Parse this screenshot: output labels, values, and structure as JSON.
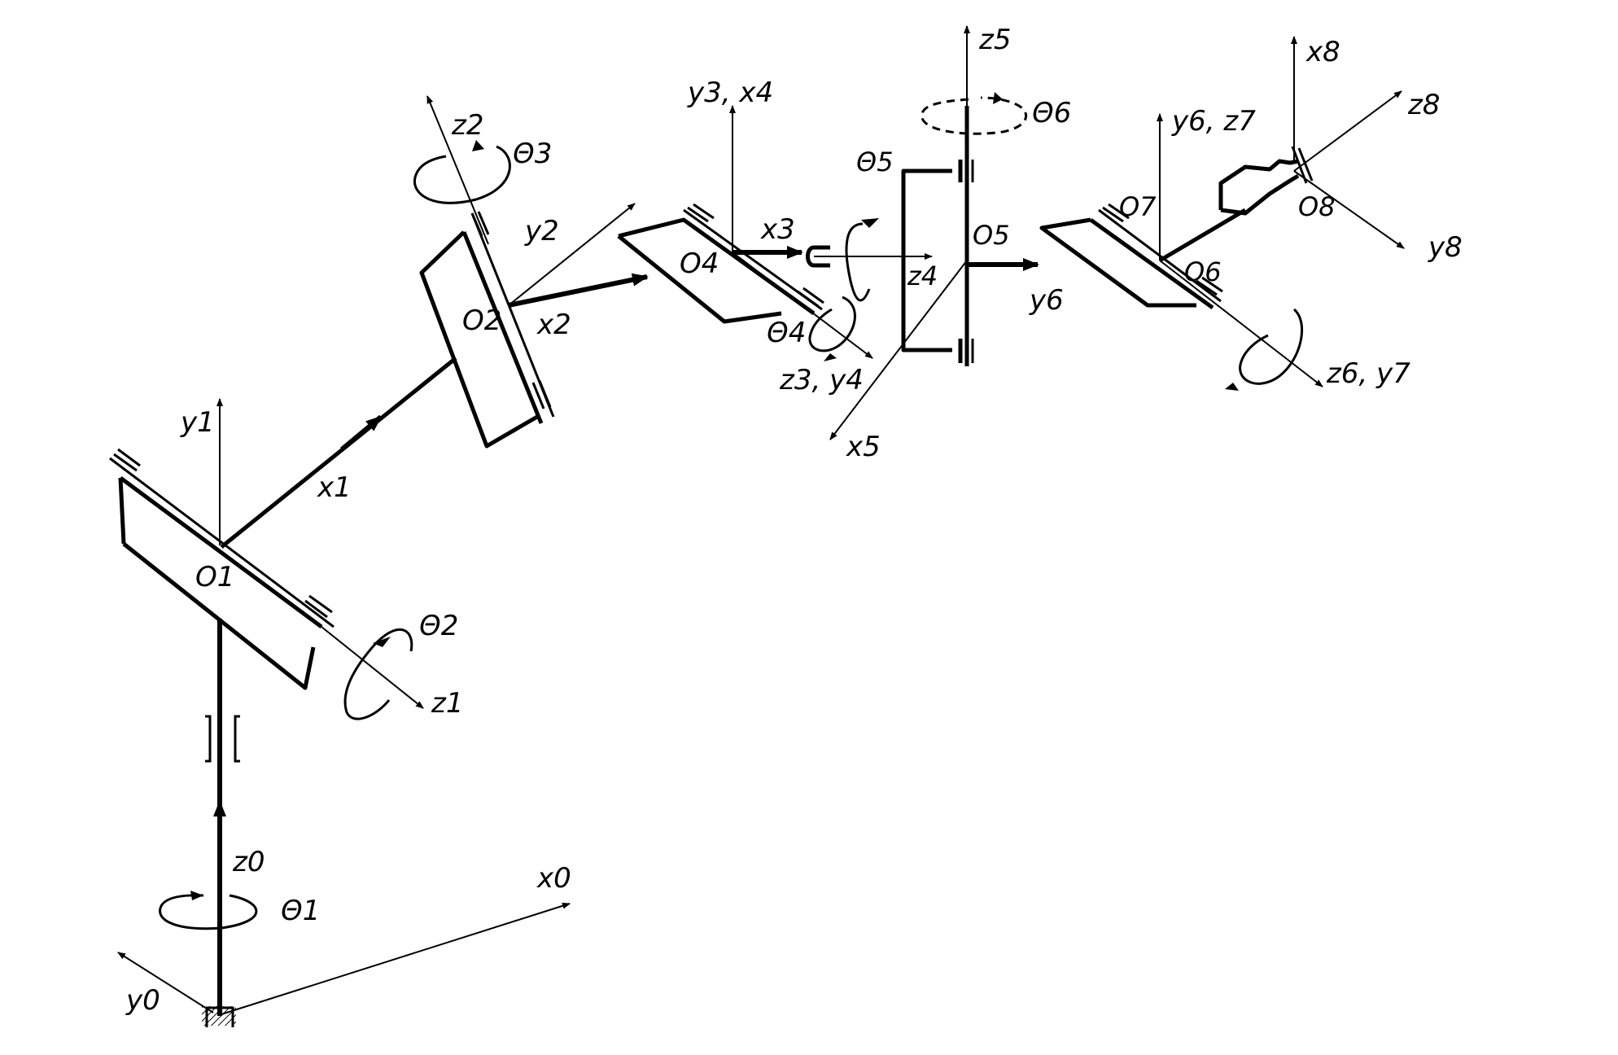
{
  "labels": {
    "z0": "z0",
    "x0": "x0",
    "y0": "y0",
    "theta1": "Θ1",
    "y1": "y1",
    "x1": "x1",
    "z1": "z1",
    "o1": "O1",
    "theta2": "Θ2",
    "z2": "z2",
    "theta3": "Θ3",
    "y2": "y2",
    "x2": "x2",
    "o2": "O2",
    "y3x4": "y3, x4",
    "o4": "O4",
    "x3": "x3",
    "theta4": "Θ4",
    "z3y4": "z3, y4",
    "theta5": "Θ5",
    "z4": "z4",
    "x5": "x5",
    "z5": "z5",
    "o5": "O5",
    "theta6": "Θ6",
    "y6": "y6",
    "y6z7": "y6, z7",
    "o7": "O7",
    "o6": "O6",
    "z6y7": "z6, y7",
    "x8": "x8",
    "o8": "O8",
    "y8": "y8",
    "z8": "z8"
  }
}
